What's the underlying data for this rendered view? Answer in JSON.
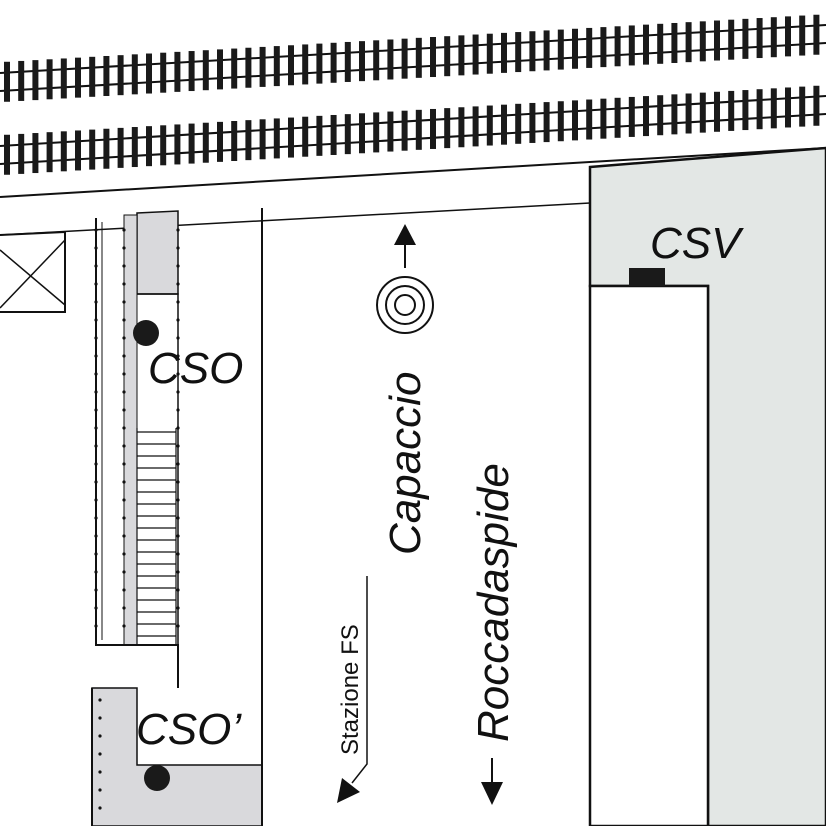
{
  "map": {
    "labels": {
      "csv": "CSV",
      "cso": "CSO",
      "cso_prime": "CSO’",
      "capaccio": "Capaccio",
      "roccadaspide": "Roccadaspide",
      "stazione_fs": "Stazione FS"
    },
    "colors": {
      "background": "#ffffff",
      "building_fill": "#e3e7e5",
      "platform_fill": "#d9d9dc",
      "outline": "#111111",
      "marker": "#1a1a1a"
    },
    "icons": {
      "railway_tracks": "railway-track-icon",
      "station_markers": "filled-circle-marker-icon",
      "csv_marker": "rectangle-marker-icon",
      "concentric_target": "concentric-circles-icon",
      "direction_arrows": "arrow-icon"
    }
  }
}
